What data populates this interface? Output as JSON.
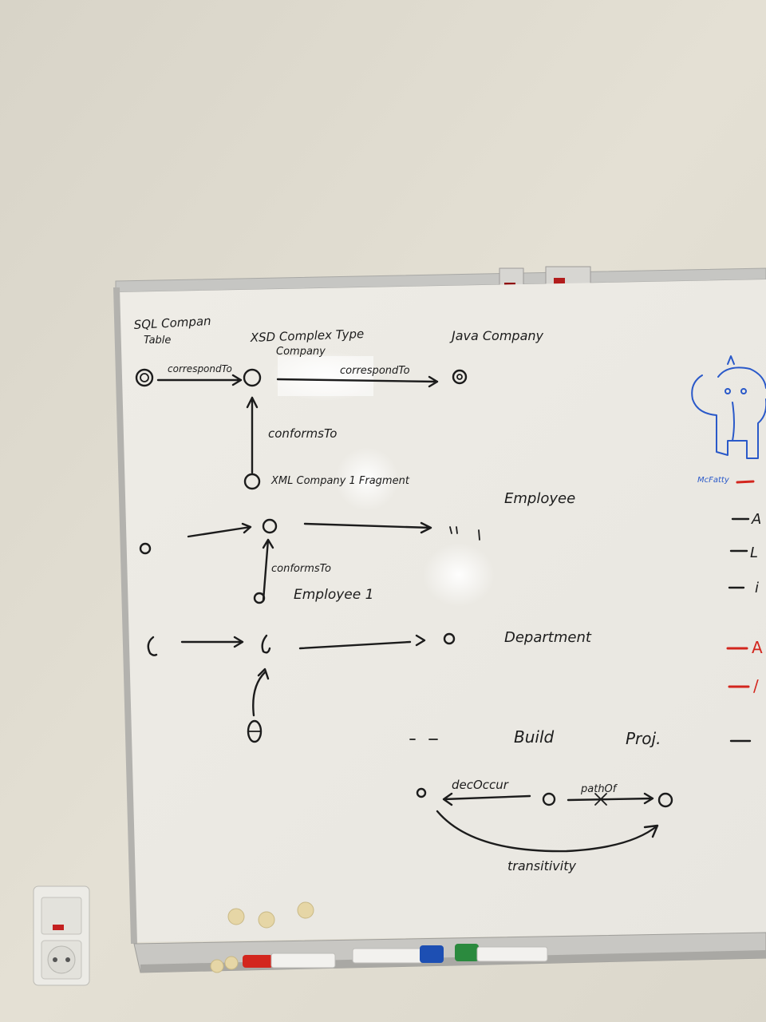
{
  "whiteboard": {
    "top_labels": {
      "sql": "SQL Compan",
      "sql_sub": "Table",
      "xsd": "XSD Complex Type",
      "xsd_sub": "Company",
      "java": "Java Company"
    },
    "row1": {
      "edge_left": "correspondTo",
      "edge_right": "correspondTo",
      "edge_vertical": "conformsTo",
      "node_bottom": "XML Company 1 Fragment"
    },
    "row2": {
      "label_right": "Employee",
      "edge_vertical": "conformsTo",
      "node_bottom": "Employee 1"
    },
    "row3": {
      "label_right": "Department"
    },
    "row4": {
      "label_build": "Build",
      "label_proj": "Proj."
    },
    "bottom": {
      "edge_left": "decOccur",
      "edge_right": "pathOf",
      "edge_curve": "transitivity"
    },
    "mascot_caption": "McFatty",
    "right_items": [
      {
        "text": "A",
        "color": "#1c1c1c"
      },
      {
        "text": "L",
        "color": "#1c1c1c"
      },
      {
        "text": "i",
        "color": "#1c1c1c"
      },
      {
        "text": "A",
        "color": "#d3261e"
      },
      {
        "text": "/",
        "color": "#d3261e"
      }
    ]
  },
  "markers": [
    {
      "color": "#d3261e"
    },
    {
      "color": "#1d4fb3"
    },
    {
      "color": "#2b8a3e"
    }
  ]
}
